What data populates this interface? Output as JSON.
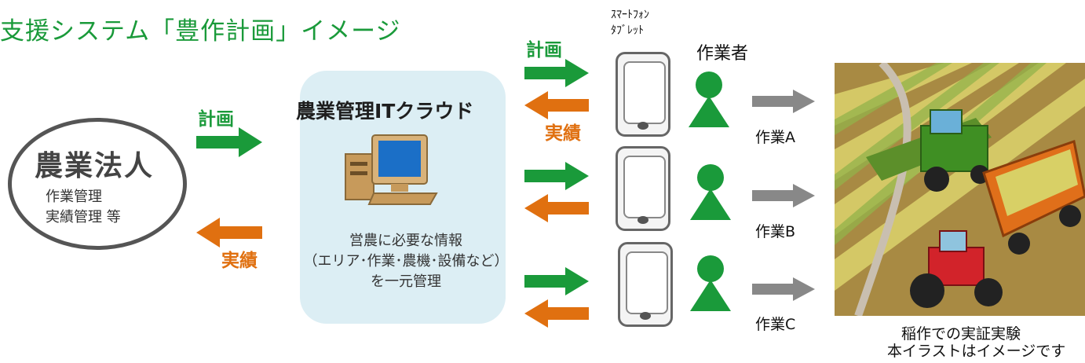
{
  "title": "支援システム「豊作計画」イメージ",
  "corporation": {
    "name": "農業法人",
    "line1": "作業管理",
    "line2": "実績管理 等"
  },
  "flow": {
    "plan_label": "計画",
    "result_label": "実績"
  },
  "cloud": {
    "title": "農業管理ITクラウド",
    "line1": "営農に必要な情報",
    "line2": "（エリア･作業･農機･設備など）",
    "line3": "を一元管理"
  },
  "devices": {
    "label_line1": "ｽﾏｰﾄﾌｫﾝ",
    "label_line2": "ﾀﾌﾞﾚｯﾄ"
  },
  "workers": {
    "label": "作業者"
  },
  "tasks": [
    "作業A",
    "作業B",
    "作業C"
  ],
  "field": {
    "caption_line1": "稲作での実証実験",
    "caption_line2": "本イラストはイメージです"
  },
  "colors": {
    "green": "#1a9a3a",
    "orange": "#e07010",
    "gray": "#888888",
    "cloud_bg": "#dceef4"
  },
  "icons": [
    "computer-icon",
    "person-icon",
    "smartphone-icon",
    "arrow-right-icon",
    "arrow-left-icon"
  ]
}
